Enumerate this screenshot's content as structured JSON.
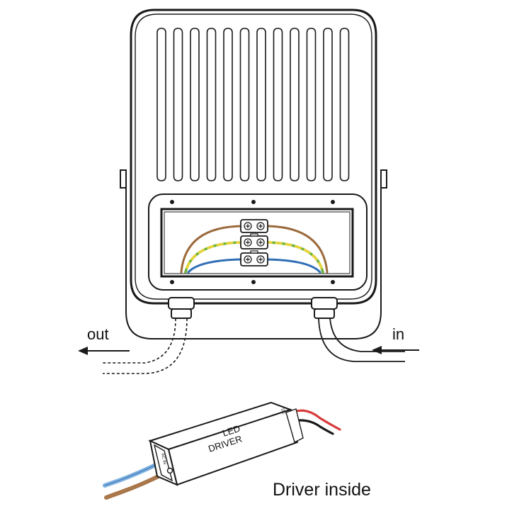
{
  "labels": {
    "out": "out",
    "in": "in",
    "caption": "Driver inside",
    "driver_line1": "LED",
    "driver_line2": "DRIVER",
    "ac_in": "AC IN",
    "dc_out": "DC"
  },
  "colors": {
    "outline": "#1a1a1a",
    "wire_brown": "#9b6a3c",
    "wire_blue": "#2f6db5",
    "wire_earth_green": "#6ab23a",
    "wire_earth_yellow": "#e8d43a",
    "wire_red": "#d83a3a",
    "wire_black": "#1a1a1a",
    "driver_input_blue": "#7fb2e0",
    "driver_input_brown": "#a9774a"
  }
}
